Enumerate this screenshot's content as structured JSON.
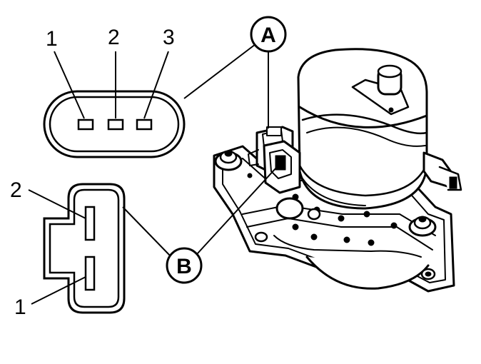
{
  "connector_a": {
    "callout": "A",
    "pins": [
      "1",
      "2",
      "3"
    ]
  },
  "connector_b": {
    "callout": "B",
    "pins": [
      "2",
      "1"
    ]
  }
}
